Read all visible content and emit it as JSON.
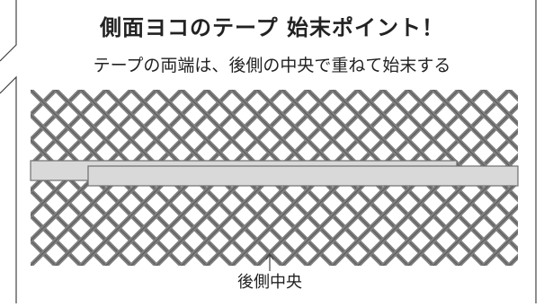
{
  "title": "側面ヨコのテープ 始末ポイント！",
  "subtitle": "テープの両端は、後側の中央で重ねて始末する",
  "bottom_label": "後側中央",
  "colors": {
    "mesh": "#7f7f7f",
    "mesh_dark": "#5a5a5a",
    "tape_fill": "#d9d9d9",
    "tape_stroke": "#6f6f6f",
    "frame_line": "#444444",
    "text": "#222222"
  }
}
